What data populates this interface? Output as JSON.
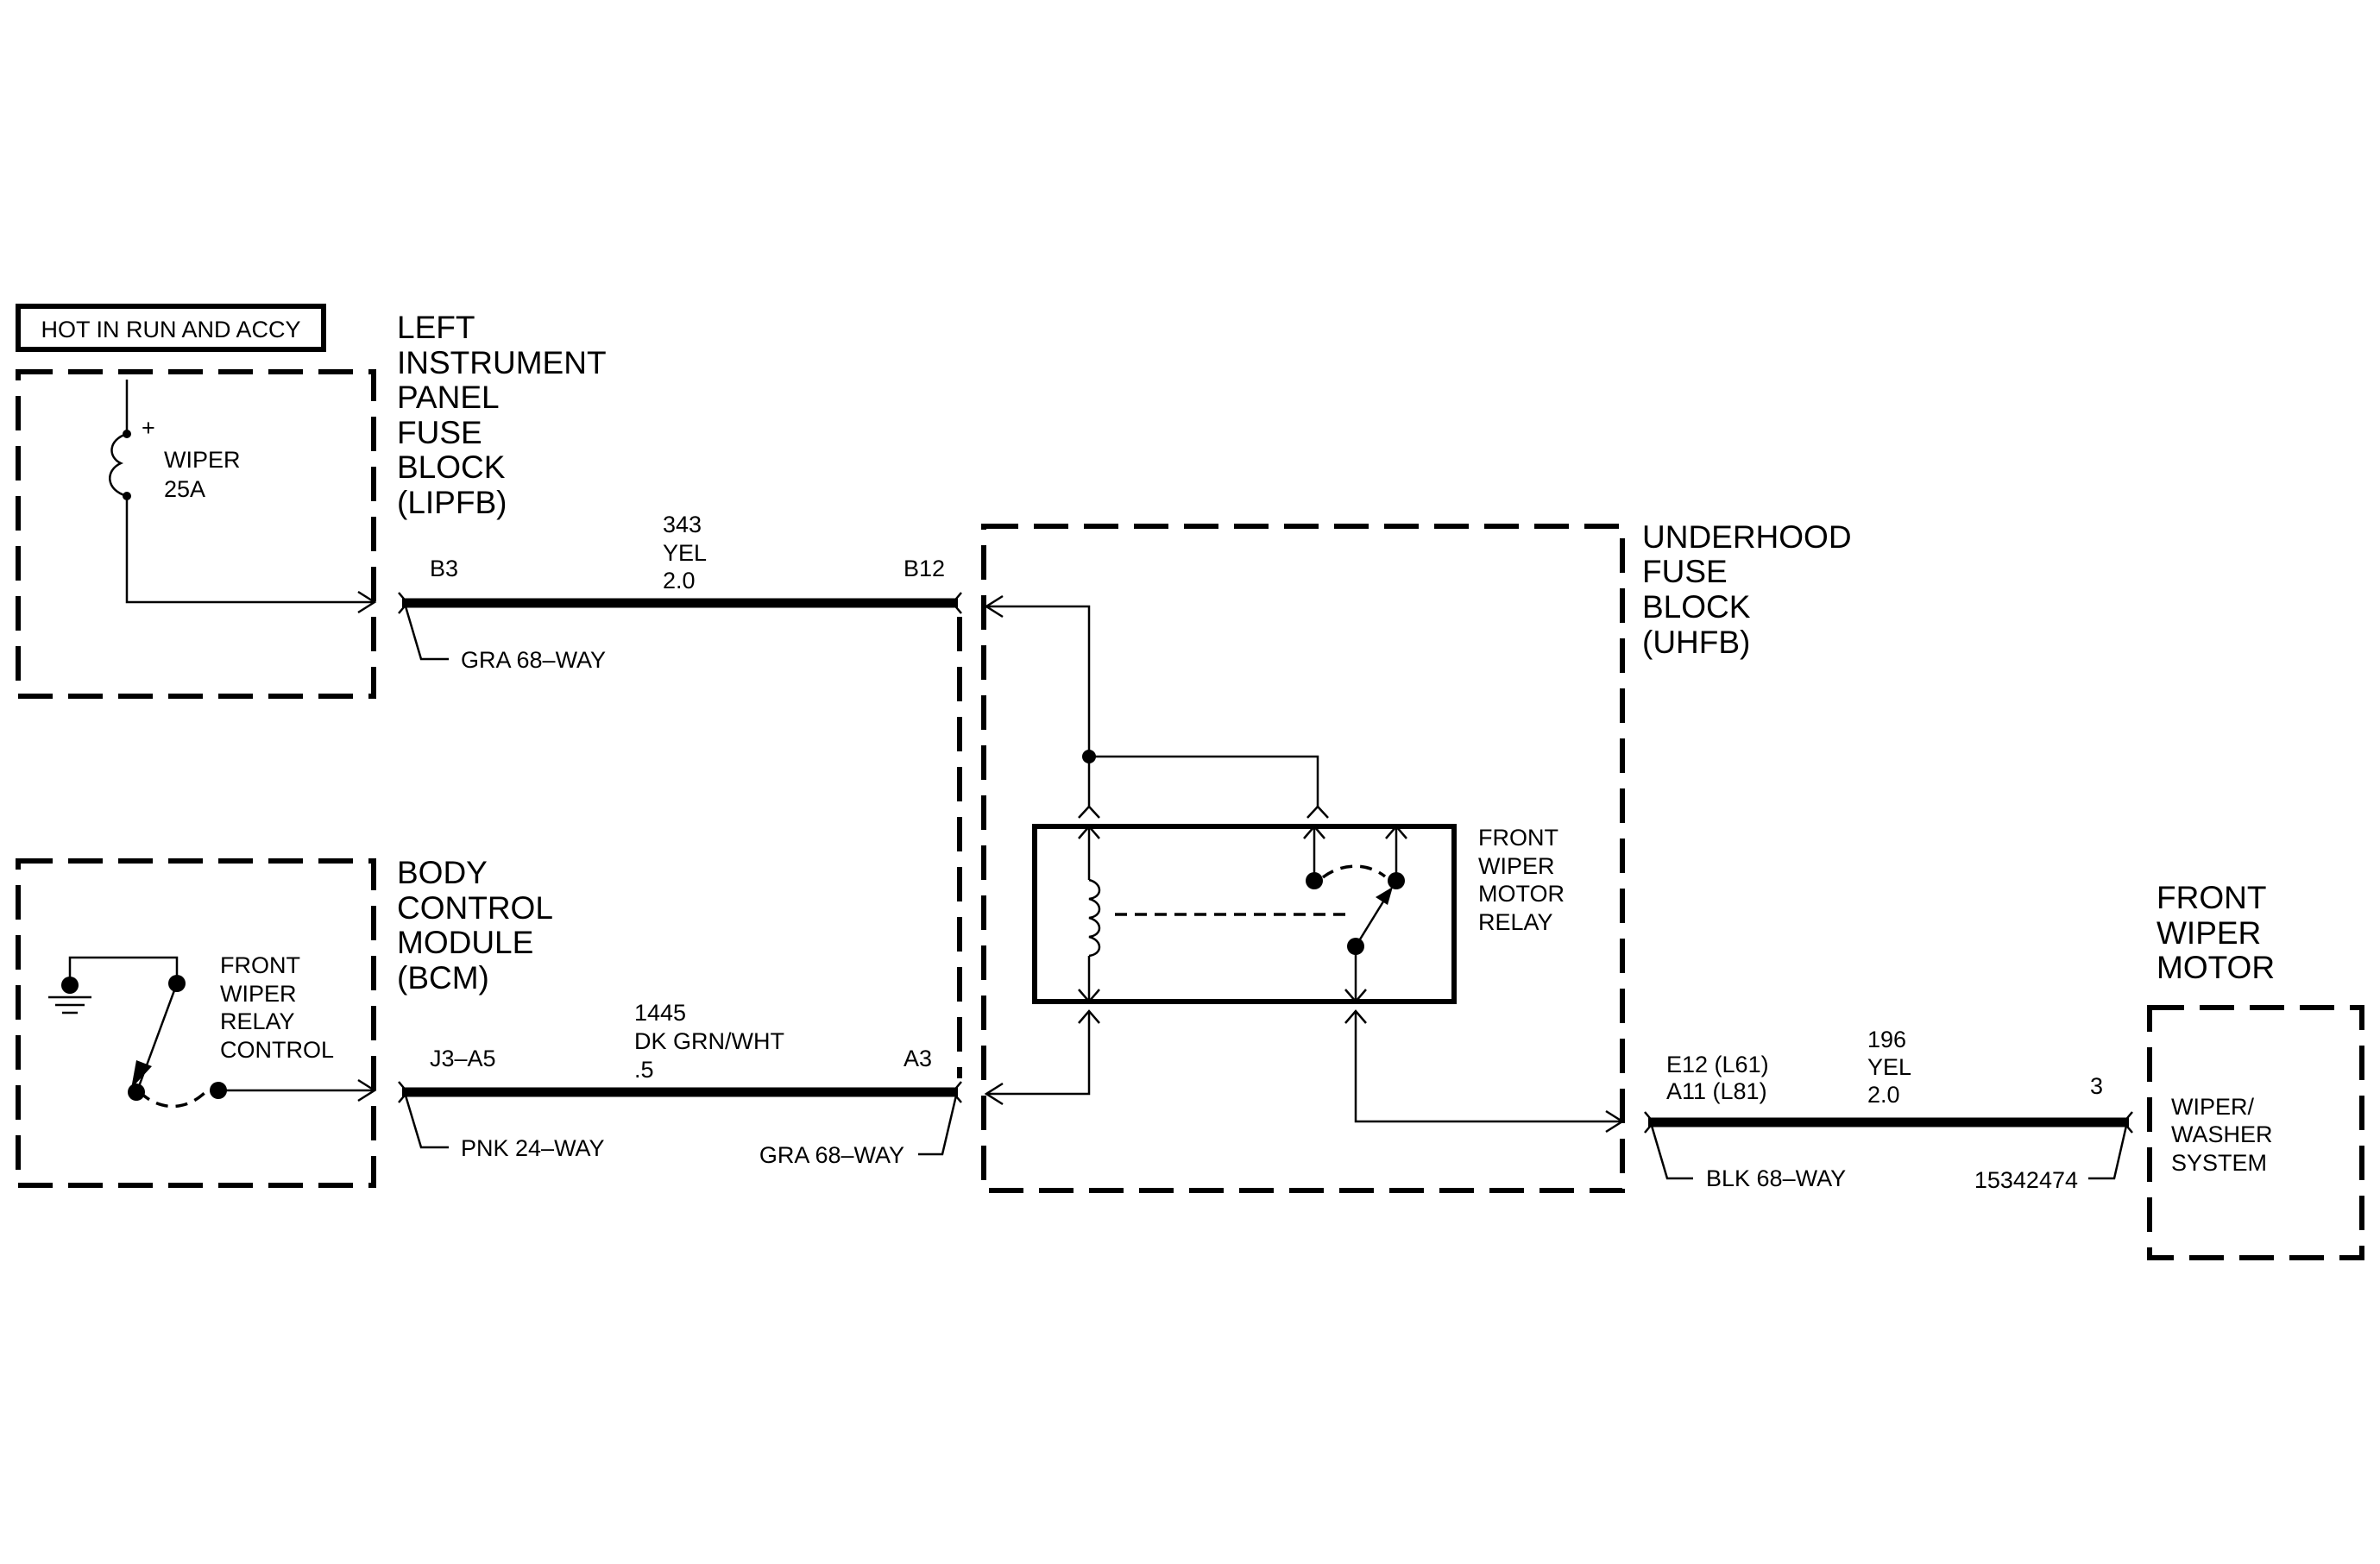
{
  "hot_label": "HOT IN RUN AND ACCY",
  "lipfb": {
    "title": [
      "LEFT",
      "INSTRUMENT",
      "PANEL",
      "FUSE",
      "BLOCK",
      "(LIPFB)"
    ],
    "fuse_name": "WIPER",
    "fuse_rating": "25A",
    "fuse_polarity": "+",
    "pin": "B3",
    "connector": "GRA 68–WAY"
  },
  "wire_343": {
    "circuit": "343",
    "color": "YEL",
    "gauge": "2.0",
    "pin_end": "B12"
  },
  "bcm": {
    "title": [
      "BODY",
      "CONTROL",
      "MODULE",
      "(BCM)"
    ],
    "switch_label": [
      "FRONT",
      "WIPER",
      "RELAY",
      "CONTROL"
    ],
    "pin": "J3–A5",
    "connector": "PNK 24–WAY"
  },
  "wire_1445": {
    "circuit": "1445",
    "color": "DK GRN/WHT",
    "gauge": ".5",
    "pin_end": "A3",
    "connector_end": "GRA 68–WAY"
  },
  "uhfb": {
    "title": [
      "UNDERHOOD",
      "FUSE",
      "BLOCK",
      "(UHFB)"
    ],
    "relay_label": [
      "FRONT",
      "WIPER",
      "MOTOR",
      "RELAY"
    ],
    "pin": [
      "E12 (L61)",
      "A11 (L81)"
    ],
    "connector": "BLK 68–WAY"
  },
  "wire_196": {
    "circuit": "196",
    "color": "YEL",
    "gauge": "2.0",
    "pin_end": "3",
    "connector_end": "15342474"
  },
  "motor": {
    "title": [
      "FRONT",
      "WIPER",
      "MOTOR"
    ],
    "ref_label": [
      "WIPER/",
      "WASHER",
      "SYSTEM"
    ]
  }
}
